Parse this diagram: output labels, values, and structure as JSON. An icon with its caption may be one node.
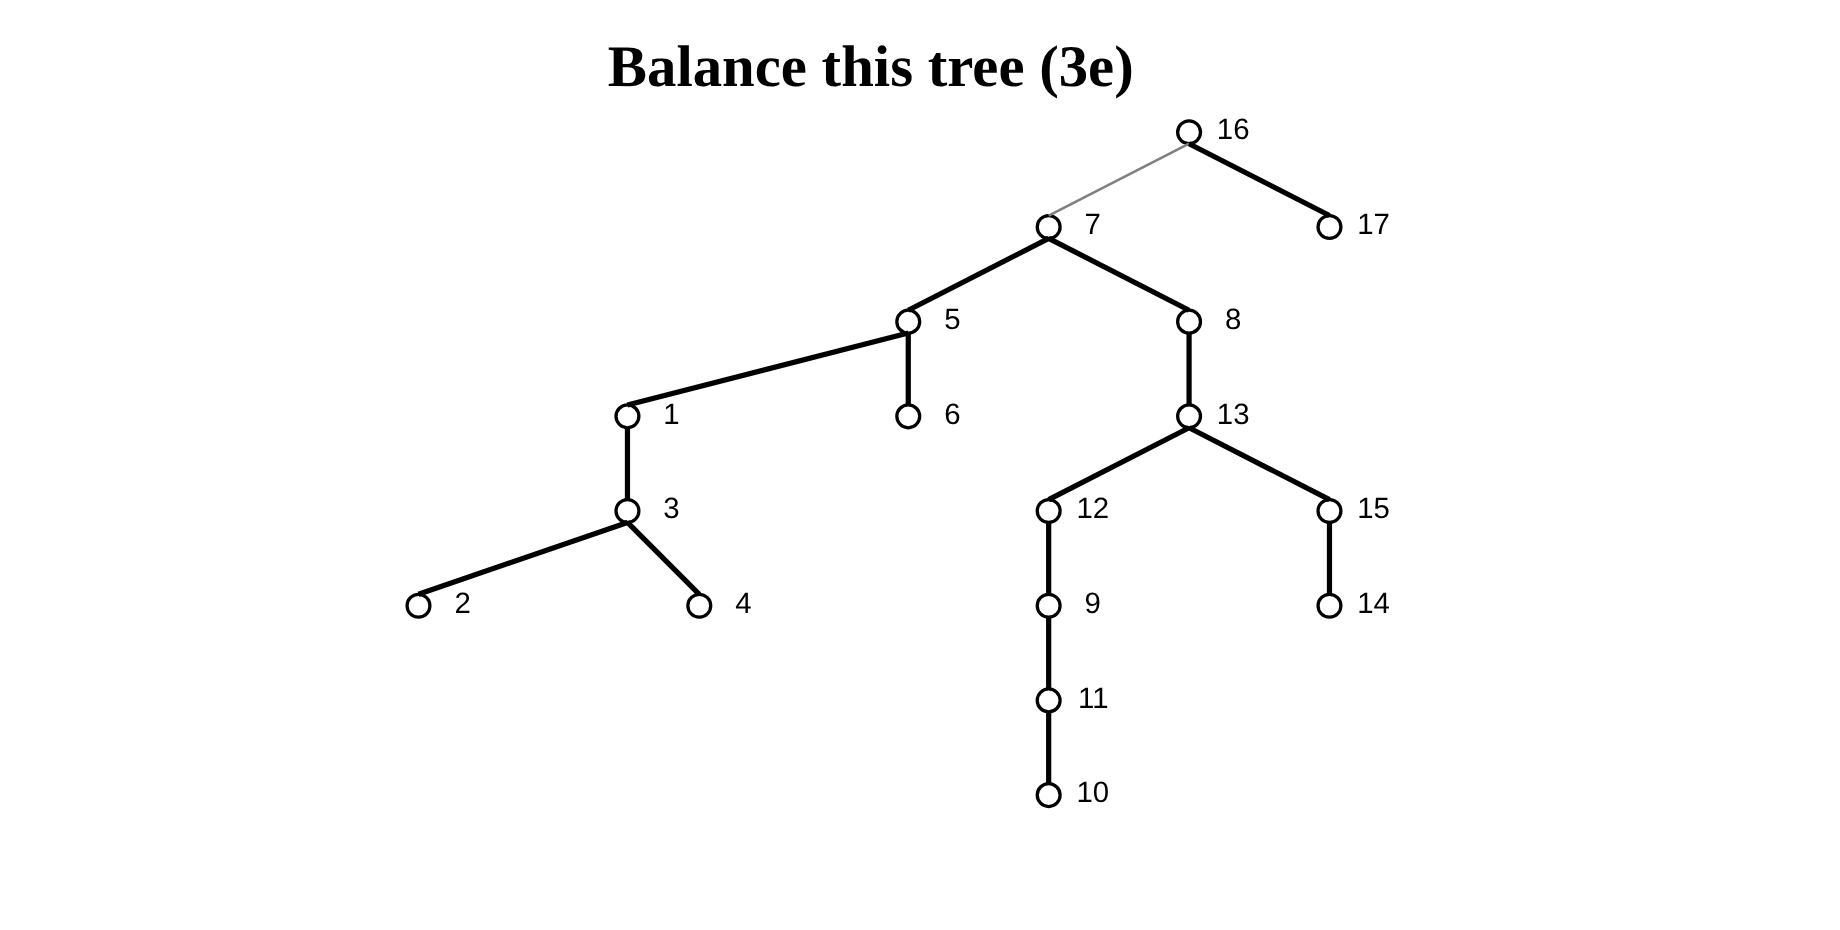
{
  "diagram": {
    "title": "Balance this tree (3e)",
    "nodes": [
      {
        "text": [],
        "shape": "circle",
        "beside": [
          "16"
        ]
      },
      {
        "text": [],
        "shape": "circle",
        "beside": [
          "7"
        ]
      },
      {
        "text": [],
        "shape": "circle",
        "beside": [
          "17"
        ]
      },
      {
        "text": [],
        "shape": "circle",
        "beside": [
          "5"
        ]
      },
      {
        "text": [],
        "shape": "circle",
        "beside": [
          "8"
        ]
      },
      {
        "text": [],
        "shape": "circle",
        "beside": [
          "1"
        ]
      },
      {
        "text": [],
        "shape": "circle",
        "beside": [
          "6"
        ]
      },
      {
        "text": [],
        "shape": "circle",
        "beside": [
          "13"
        ]
      },
      {
        "text": [],
        "shape": "circle",
        "beside": [
          "3"
        ]
      },
      {
        "text": [],
        "shape": "circle",
        "beside": [
          "12"
        ]
      },
      {
        "text": [],
        "shape": "circle",
        "beside": [
          "15"
        ]
      },
      {
        "text": [],
        "shape": "circle",
        "beside": [
          "2"
        ]
      },
      {
        "text": [],
        "shape": "circle",
        "beside": [
          "4"
        ]
      },
      {
        "text": [],
        "shape": "circle",
        "beside": [
          "9"
        ]
      },
      {
        "text": [],
        "shape": "circle",
        "beside": [
          "14"
        ]
      },
      {
        "text": [],
        "shape": "circle",
        "beside": [
          "11"
        ]
      },
      {
        "text": [],
        "shape": "circle",
        "beside": [
          "10"
        ]
      }
    ],
    "edges": [
      {
        "from": 0,
        "to": 1,
        "arrow": "none",
        "color": "#808080"
      },
      {
        "from": 0,
        "to": 2,
        "arrow": "none"
      },
      {
        "from": 1,
        "to": 3,
        "arrow": "none"
      },
      {
        "from": 1,
        "to": 4,
        "arrow": "none"
      },
      {
        "from": 3,
        "to": 5,
        "arrow": "none"
      },
      {
        "from": 3,
        "to": 6,
        "arrow": "none"
      },
      {
        "from": 4,
        "to": 7,
        "arrow": "none"
      },
      {
        "from": 5,
        "to": 8,
        "arrow": "none"
      },
      {
        "from": 7,
        "to": 9,
        "arrow": "none"
      },
      {
        "from": 7,
        "to": 10,
        "arrow": "none"
      },
      {
        "from": 8,
        "to": 11,
        "arrow": "none"
      },
      {
        "from": 8,
        "to": 12,
        "arrow": "none"
      },
      {
        "from": 9,
        "to": 13,
        "arrow": "none"
      },
      {
        "from": 10,
        "to": 14,
        "arrow": "none"
      },
      {
        "from": 13,
        "to": 15,
        "arrow": "none"
      },
      {
        "from": 15,
        "to": 16,
        "arrow": "none"
      }
    ]
  }
}
